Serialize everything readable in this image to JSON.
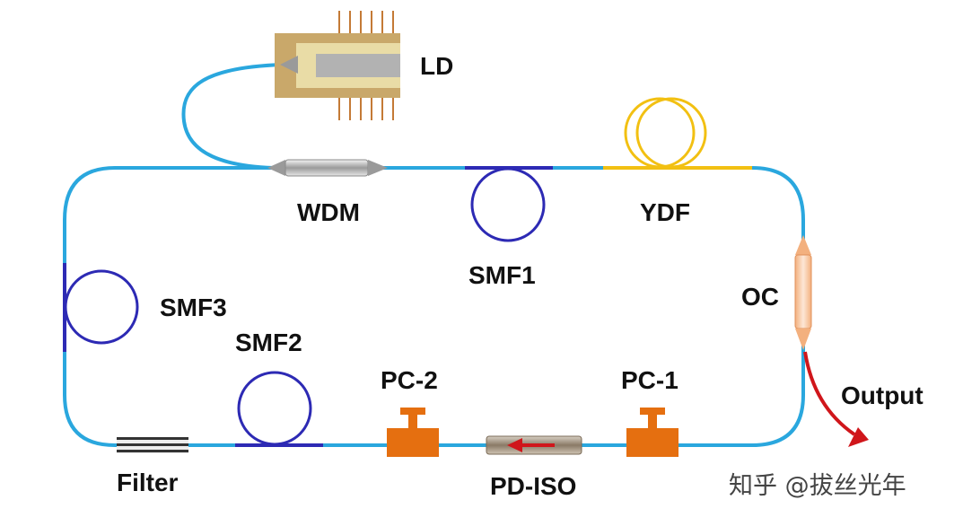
{
  "labels": {
    "ld": "LD",
    "wdm": "WDM",
    "ydf": "YDF",
    "smf1": "SMF1",
    "smf2": "SMF2",
    "smf3": "SMF3",
    "oc": "OC",
    "output": "Output",
    "pc1": "PC-1",
    "pc2": "PC-2",
    "pdiso": "PD-ISO",
    "filter": "Filter"
  },
  "watermark": "知乎 @拔丝光年",
  "colors": {
    "fiber": "#2aa7de",
    "smf": "#2d2ab4",
    "ydf": "#f2c012",
    "pc": "#e56f10",
    "output_arrow": "#d0161b",
    "ld_outer": "#c9a86a",
    "ld_inner": "#e9dca6",
    "ld_core": "#b2b2b2",
    "ld_pins": "#c47a36"
  }
}
